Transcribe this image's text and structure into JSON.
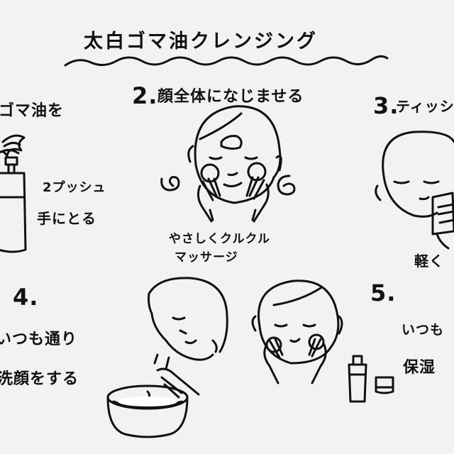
{
  "title": "太白ゴマ油クレンジング",
  "steps": {
    "step1": {
      "heading": "ゴマ油を",
      "line1": "2プッシュ",
      "line2": "手にとる"
    },
    "step2": {
      "number": "2.",
      "heading": "顔全体になじませる",
      "line1": "やさしくクルクル",
      "line2": "マッサージ"
    },
    "step3": {
      "number": "3.",
      "heading": "ティッシ",
      "line1": "軽く"
    },
    "step4": {
      "number": "4.",
      "line1": "いつも通り",
      "line2": "洗顔をする"
    },
    "step5": {
      "number": "5.",
      "line1": "いつも",
      "line2": "保湿"
    }
  },
  "colors": {
    "ink": "#111111",
    "paper": "#f2f2f2",
    "bowl_fill": "#ffffff"
  }
}
